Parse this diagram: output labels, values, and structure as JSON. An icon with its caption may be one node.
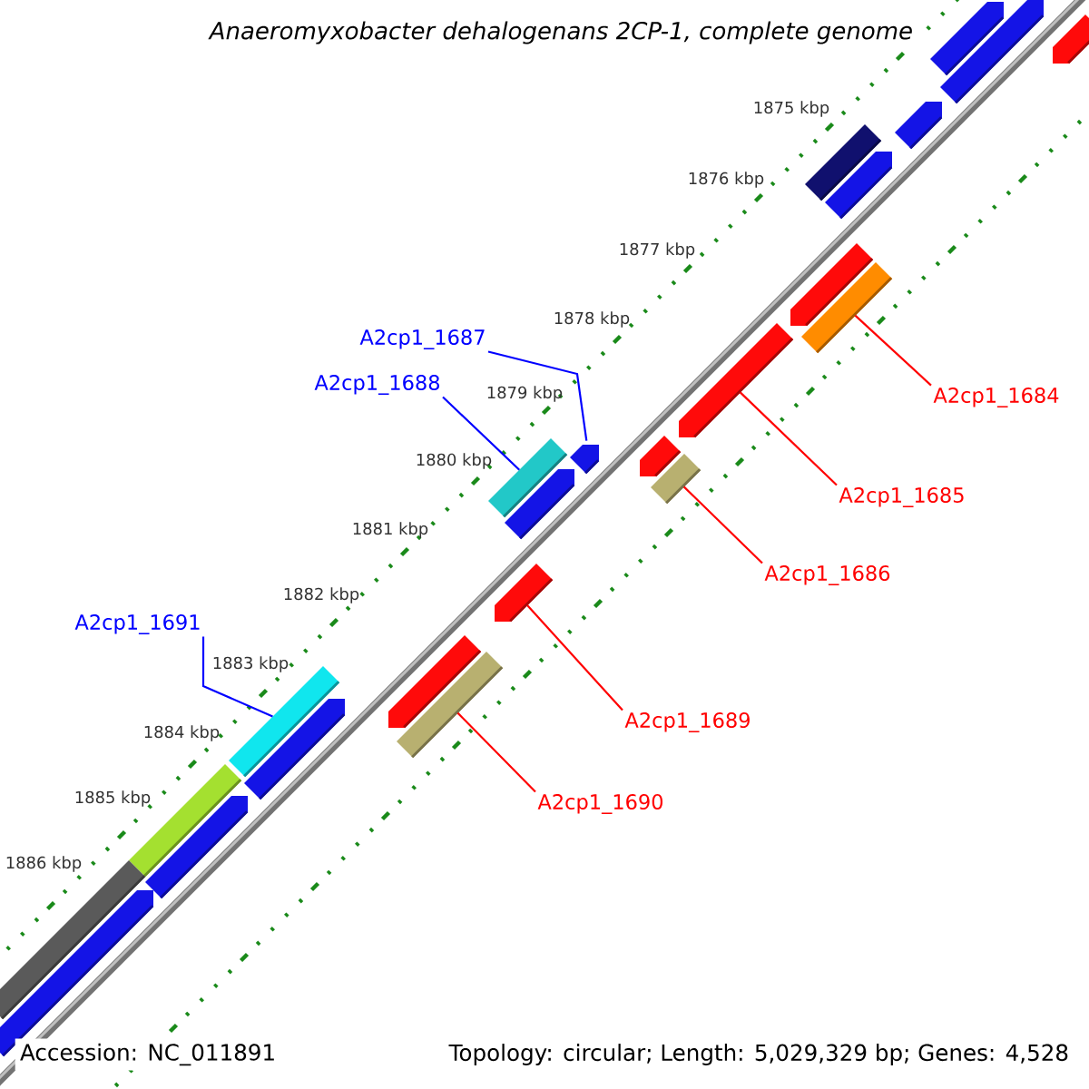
{
  "diagram": {
    "title": "Anaeromyxobacter dehalogenans 2CP-1, complete genome",
    "nodes": [
      {
        "text": [],
        "shape": "arrow"
      },
      {
        "text": [],
        "shape": "arrow"
      },
      {
        "text": [],
        "shape": "arrow"
      },
      {
        "text": [],
        "shape": "arrow"
      },
      {
        "text": [],
        "shape": "box"
      },
      {
        "text": [],
        "shape": "arrow"
      },
      {
        "text": [],
        "shape": "arrow"
      },
      {
        "text": [],
        "shape": "box"
      },
      {
        "text": [],
        "shape": "arrow"
      },
      {
        "text": [],
        "shape": "arrow"
      },
      {
        "text": [],
        "shape": "box"
      },
      {
        "text": [],
        "shape": "arrow"
      },
      {
        "text": [],
        "shape": "box"
      },
      {
        "text": [],
        "shape": "arrow"
      },
      {
        "text": [],
        "shape": "arrow"
      },
      {
        "text": [],
        "shape": "arrow"
      },
      {
        "text": [],
        "shape": "box"
      },
      {
        "text": [],
        "shape": "box"
      },
      {
        "text": [],
        "shape": "arrow"
      },
      {
        "text": [],
        "shape": "box"
      },
      {
        "text": [],
        "shape": "arrow"
      },
      {
        "text": [],
        "shape": "box"
      },
      {
        "text": [],
        "shape": "arrow"
      },
      {
        "text": [
          "A2cp1_1684"
        ]
      },
      {
        "text": [
          "A2cp1_1685"
        ]
      },
      {
        "text": [
          "A2cp1_1686"
        ]
      },
      {
        "text": [
          "A2cp1_1687"
        ]
      },
      {
        "text": [
          "A2cp1_1688"
        ]
      },
      {
        "text": [
          "A2cp1_1689"
        ]
      },
      {
        "text": [
          "A2cp1_1690"
        ]
      },
      {
        "text": [
          "A2cp1_1691"
        ]
      }
    ],
    "edges": [
      {
        "from": 23,
        "to": 7,
        "arrow": "none"
      },
      {
        "from": 24,
        "to": 8,
        "arrow": "none"
      },
      {
        "from": 25,
        "to": 10,
        "arrow": "none"
      },
      {
        "from": 26,
        "to": 11,
        "arrow": "none",
        "color": "#0000ff"
      },
      {
        "from": 27,
        "to": 12,
        "arrow": "none",
        "color": "#0000ff"
      },
      {
        "from": 28,
        "to": 14,
        "arrow": "none"
      },
      {
        "from": 29,
        "to": 16,
        "arrow": "none"
      },
      {
        "from": 30,
        "to": 17,
        "arrow": "none",
        "color": "#0000ff"
      }
    ],
    "labels": [
      "1875 kbp",
      "1876 kbp",
      "1877 kbp",
      "1878 kbp",
      "1879 kbp",
      "1880 kbp",
      "1881 kbp",
      "1882 kbp",
      "1883 kbp",
      "1884 kbp",
      "1885 kbp",
      "1886 kbp",
      "Accession: NC_011891",
      "Topology: circular; Length: 5,029,329 bp; Genes: 4,528"
    ]
  }
}
